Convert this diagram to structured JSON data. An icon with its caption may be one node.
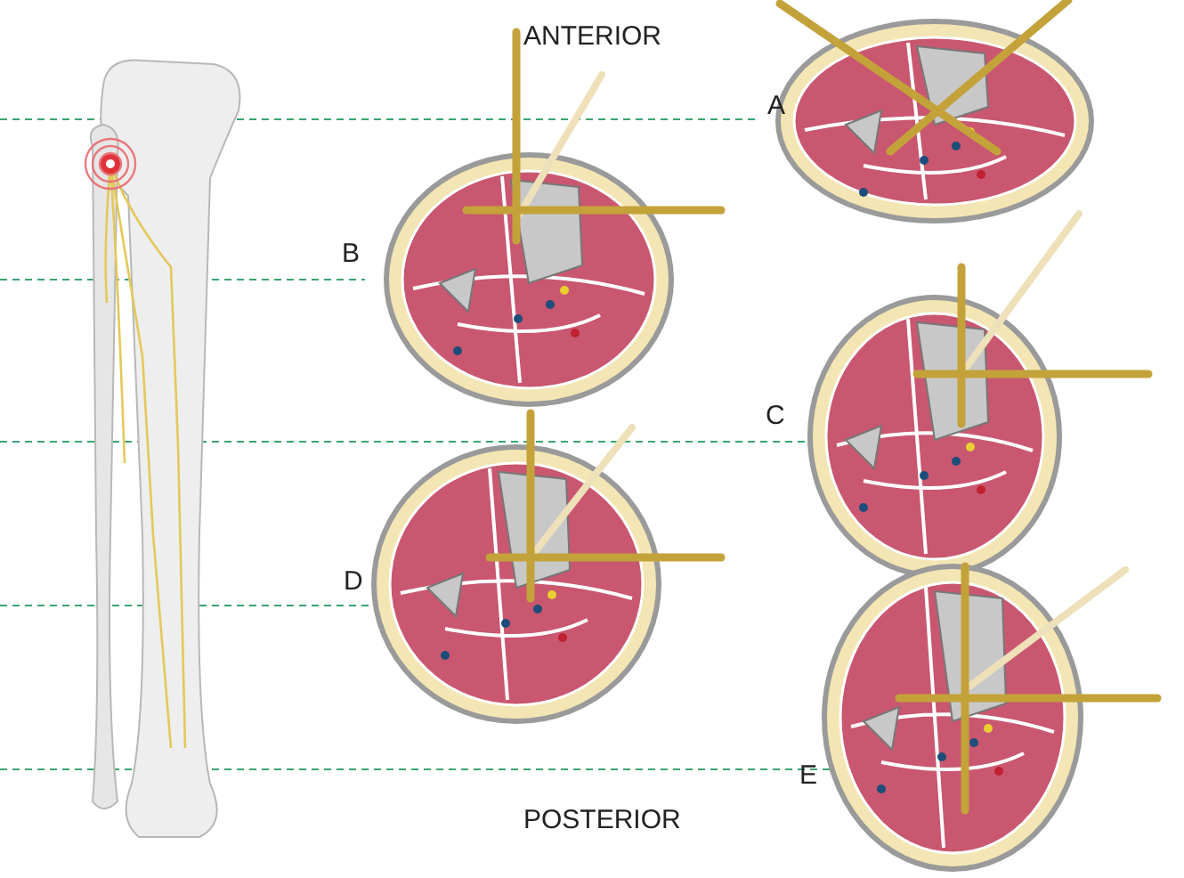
{
  "diagram": {
    "labels": [
      "ANTERIOR",
      "A",
      "B",
      "C",
      "D",
      "E",
      "POSTERIOR"
    ]
  }
}
